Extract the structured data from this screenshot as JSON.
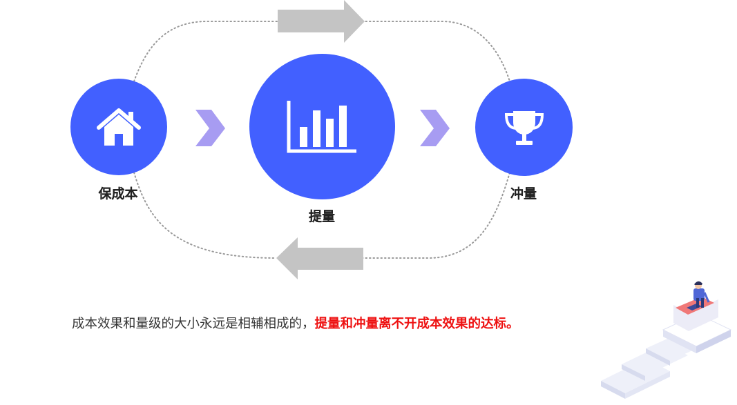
{
  "colors": {
    "node_fill": "#4260ff",
    "chevron": "#a79cf2",
    "cycle_arrow": "#c4c4c4",
    "highlight": "#ee1111",
    "loop_dots": "#999999"
  },
  "nodes": [
    {
      "label": "保成本",
      "icon": "house-icon"
    },
    {
      "label": "提量",
      "icon": "bar-chart-icon"
    },
    {
      "label": "冲量",
      "icon": "trophy-icon"
    }
  ],
  "caption": {
    "normal": "成本效果和量级的大小永远是相辅相成的，",
    "highlight": "提量和冲量离不开成本效果的达标。"
  }
}
